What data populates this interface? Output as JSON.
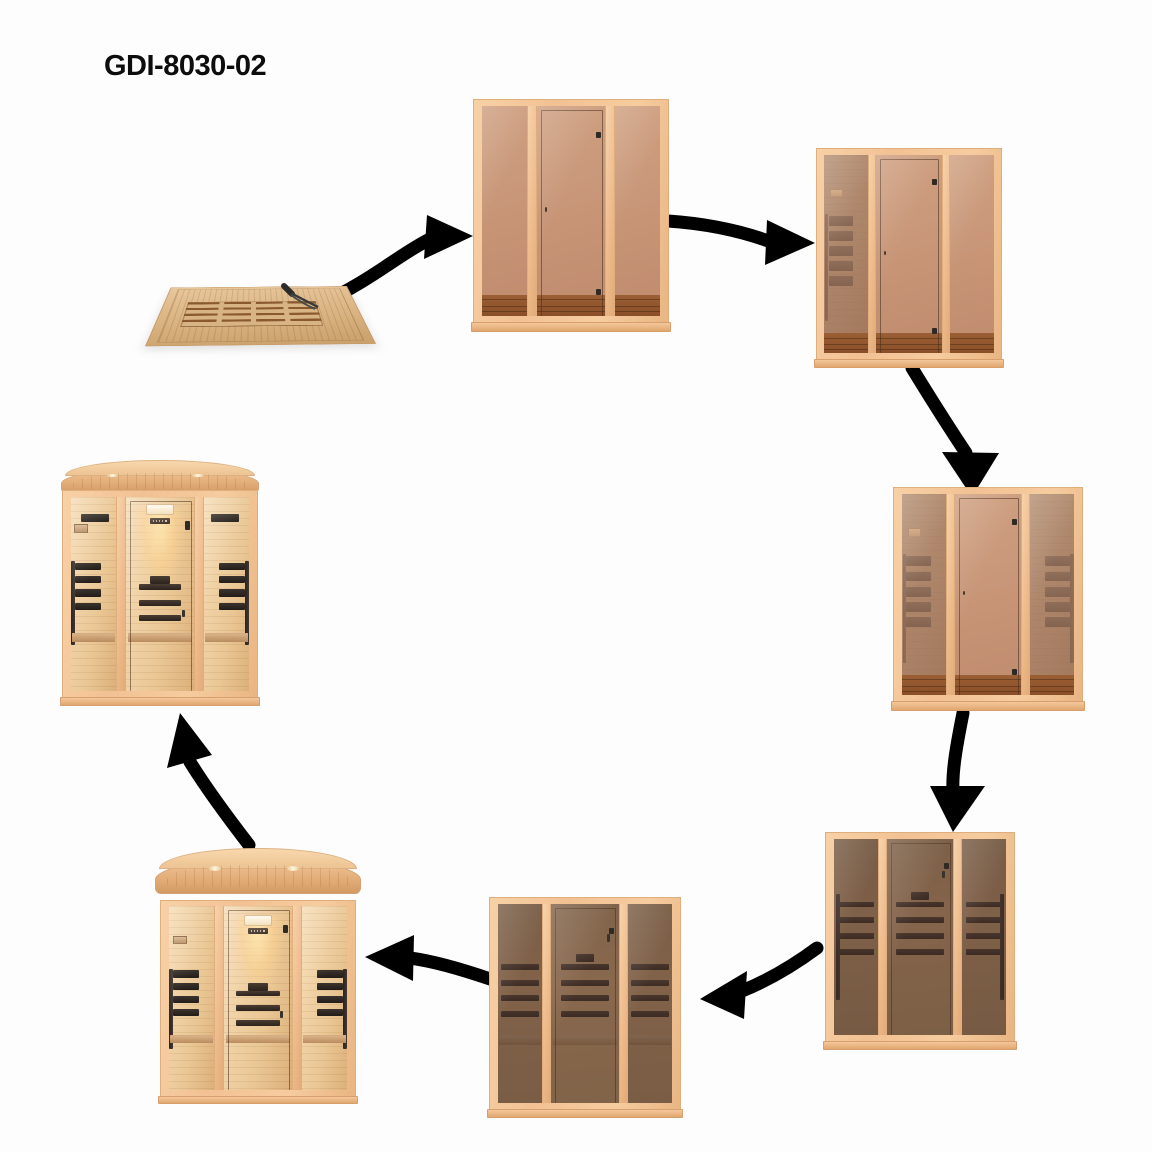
{
  "title": "GDI-8030-02",
  "diagram": {
    "type": "assembly-flow",
    "product": "GDI-8030-02",
    "background_color": "#fdfdfd",
    "arrow_color": "#000000",
    "wood_frame_color": "#f2c193",
    "glass_color": "#c89476",
    "dark_glass_color": "#3b2a21",
    "layout": "circular-clockwise",
    "step_count": 8,
    "arrow_count": 7,
    "steps": [
      {
        "index": 1,
        "name": "floor-panel",
        "label": "Floor base panel with slatted grate and power cable",
        "position": "left"
      },
      {
        "index": 2,
        "name": "front-wall-panel",
        "label": "Front glass wall with door frame mounted on base",
        "position": "top-left"
      },
      {
        "index": 3,
        "name": "left-side-wall",
        "label": "Left side wall with heater panels installed",
        "position": "top-right"
      },
      {
        "index": 4,
        "name": "right-side-wall",
        "label": "Right side wall with heater panels installed",
        "position": "right"
      },
      {
        "index": 5,
        "name": "back-wall-heaters",
        "label": "Back wall with carbon heater panels installed",
        "position": "bottom-right"
      },
      {
        "index": 6,
        "name": "benches",
        "label": "Interior benches and backrests installed",
        "position": "bottom"
      },
      {
        "index": 7,
        "name": "roof-panel",
        "label": "Curved roof panel with recessed lights being lowered",
        "position": "bottom-left"
      },
      {
        "index": 8,
        "name": "completed-sauna",
        "label": "Completed infrared sauna with roof and lighting",
        "position": "left-upper"
      }
    ],
    "arrows": [
      {
        "from": 1,
        "to": 2,
        "direction": "right-up"
      },
      {
        "from": 2,
        "to": 3,
        "direction": "right-down"
      },
      {
        "from": 3,
        "to": 4,
        "direction": "down"
      },
      {
        "from": 4,
        "to": 5,
        "direction": "down"
      },
      {
        "from": 5,
        "to": 6,
        "direction": "left"
      },
      {
        "from": 6,
        "to": 7,
        "direction": "left"
      },
      {
        "from": 7,
        "to": 8,
        "direction": "up"
      }
    ]
  }
}
